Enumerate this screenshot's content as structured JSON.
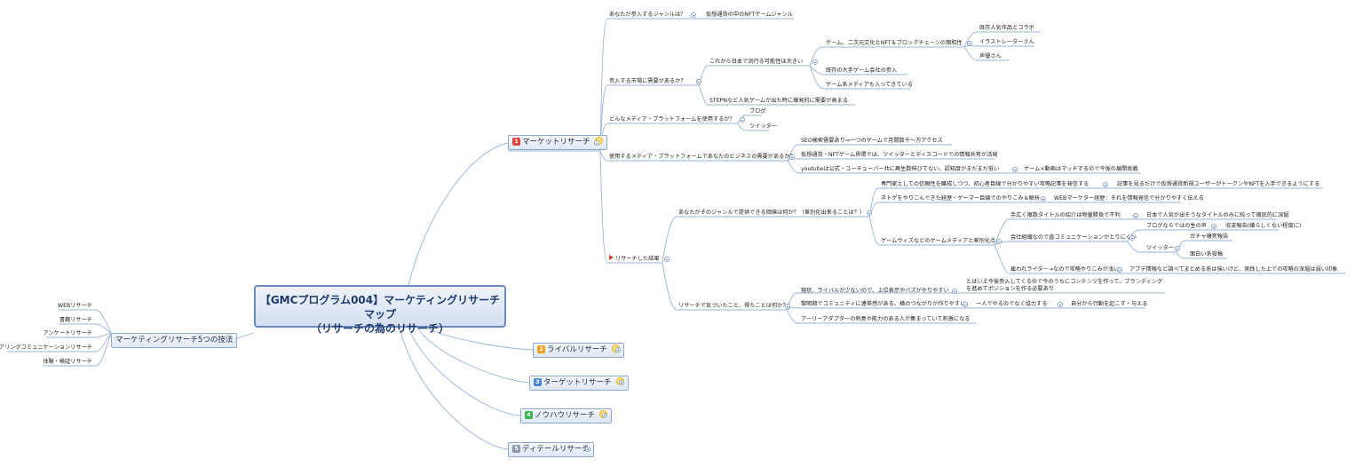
{
  "central": {
    "line1": "【GMCプログラム004】マーケティングリサーチマップ",
    "line2": "（リサーチの為のリサーチ）"
  },
  "branches": {
    "market": {
      "number": "1",
      "label": "マーケットリサーチ",
      "badge_color": "#e0463c"
    },
    "rival": {
      "number": "2",
      "label": "ライバルリサーチ",
      "badge_color": "#f0a020"
    },
    "target": {
      "number": "3",
      "label": "ターゲットリサーチ",
      "badge_color": "#4a86d4"
    },
    "knowhow": {
      "number": "4",
      "label": "ノウハウリサーチ",
      "badge_color": "#3cb44a"
    },
    "detail": {
      "number": "5",
      "label": "ディテールリサーチ",
      "badge_color": "#8a9bb0"
    },
    "methods": {
      "label": "マーケティングリサーチ5つの技法"
    }
  },
  "methods": [
    "WEBリサーチ",
    "書籍リサーチ",
    "アンケートリサーチ",
    "ヒアリングコミュニケーションリサーチ",
    "体験・検証リサーチ"
  ],
  "market": {
    "q1": "あなたが参入するジャンルは？",
    "q1_a": "仮想通貨の中のNFTゲームジャンル",
    "q2": "参入する市場に需要があるか？",
    "q2_a": "これから日本で流行る可能性は大きい",
    "q2_a1": "ゲーム、二次元文化とNFT＆ブロックチェーンの親和性",
    "q2_a1_1": "既存人気作品とコラボ",
    "q2_a1_2": "イラストレーターさん",
    "q2_a1_3": "声優さん",
    "q2_a2": "既存の大手ゲーム会社の参入",
    "q2_a3": "ゲーム系メディアも入ってきている",
    "q2_b": "STEPNなど人気ゲームが出た時に爆発的に需要が高まる",
    "q3": "どんなメディア・プラットフォームを使用するか？",
    "q3_a": "ブログ",
    "q3_b": "ツイッター",
    "q4": "使用するメディア・プラットフォームであなたのビジネスの需要があるか？",
    "q4_a": "SEO検索需要あり⇒一つのゲームで月間数千～万アクセス",
    "q4_b": "仮想通貨・NFTゲーム界隈では、ツイッターとディスコードでの情報共有が活発",
    "q4_c": "youtubeは公式・ユーチューバー共に再生数伸びてない。認知度がまだまだ低い",
    "q4_c1": "ゲーム×動画はマッチするので今後の展開挑戦",
    "result": "リサーチした結果",
    "r1": "あなたがそのジャンルで提供できる価値は何か？（差別化出来ることは？）",
    "r1_a": "専門家としての信頼性を醸成しつつ、初心者目線で分かりやすい攻略記事を発信する",
    "r1_a1": "記事を見るだけで仮想通貨新規ユーザーがトークンやNFTを入手できるようにする",
    "r1_b": "ネトゲをやりこんできた経歴・ゲーマー目線でのやりこみ＆解析",
    "r1_b1": "WEBマーケター経歴：それを情報発信で分かりやすく伝える",
    "r1_c": "ゲームウィズなどのゲームメディアと差別化点",
    "r1_c1": "手広く複数タイトルの紹介は物量勝負で不利",
    "r1_c1a": "日本で人気が出そうなタイトルのみに絞って徹底的に深堀",
    "r1_c2": "会社組織なので直コミュニケーションがとりにくい",
    "r1_c2a": "ブログならではの生の声",
    "r1_c2a1": "収支報告(嫌らしくない程度に)",
    "r1_c2b": "ツイッター",
    "r1_c2b1": "ガチャ爆死報告",
    "r1_c2b2": "面白い系投稿",
    "r1_c3": "雇われライター→なので攻略やりこみが浅い",
    "r1_c3a": "アプデ情報など調べてまとめる系は強いけど、実践した上での攻略の深堀は弱い印象",
    "r2": "リサーチで気づいたこと、得たことは何か？",
    "r2_a": "現状、ライバルが少ないので、上位表示やバズがやりやすい",
    "r2_a1": "とはいえ今後参入してくるので今のうちにコンテンツを作って、ブランディングを進めてポジションを作る必要あり",
    "r2_b": "黎明期でコミュニティに連帯感がある、横のつながりが作りやすい",
    "r2_b1": "一人でやるのでなく協力する",
    "r2_b2": "自分から行動を起こす・与える",
    "r2_c": "アーリーアダプターの熱意や能力のある人が集まっていて刺激になる"
  },
  "colors": {
    "line": "#9bb3d4",
    "central_border": "#6c8ebf",
    "flag": "#d63c2f"
  }
}
